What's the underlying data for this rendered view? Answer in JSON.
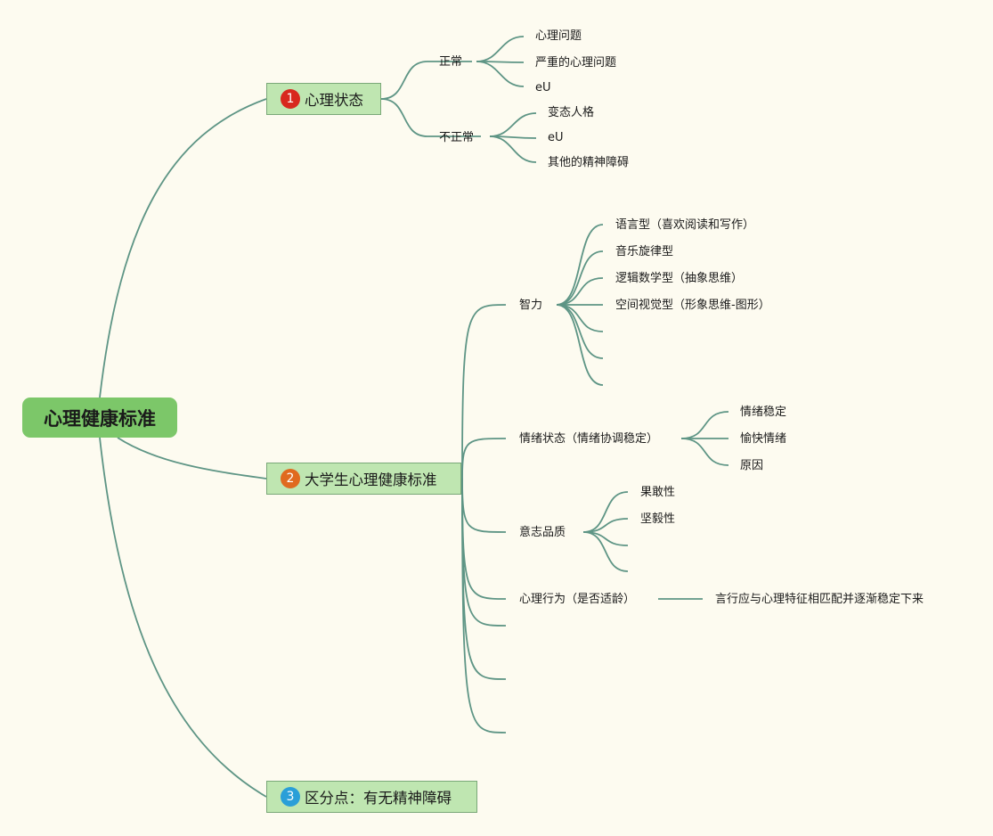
{
  "root": {
    "label": "心理健康标准"
  },
  "topics": [
    {
      "index": "1",
      "label": "心理状态",
      "badge_color": "#d8281e"
    },
    {
      "index": "2",
      "label": "大学生心理健康标准",
      "badge_color": "#e06a1f"
    },
    {
      "index": "3",
      "label": "区分点：有无精神障碍",
      "badge_color": "#2a9fd8"
    }
  ],
  "state": {
    "normal": {
      "label": "正常",
      "items": [
        "心理问题",
        "严重的心理问题",
        "eU"
      ]
    },
    "abnormal": {
      "label": "不正常",
      "items": [
        "变态人格",
        "eU",
        "其他的精神障碍"
      ]
    }
  },
  "student": {
    "intelligence": {
      "label": "智力",
      "items": [
        "语言型（喜欢阅读和写作）",
        "音乐旋律型",
        "逻辑数学型（抽象思维）",
        "空间视觉型（形象思维-图形）"
      ]
    },
    "emotion": {
      "label": "情绪状态（情绪协调稳定）",
      "items": [
        "情绪稳定",
        "愉快情绪",
        "原因"
      ]
    },
    "will": {
      "label": "意志品质",
      "items": [
        "果敢性",
        "坚毅性"
      ]
    },
    "behavior": {
      "label": "心理行为（是否适龄）",
      "item": "言行应与心理特征相匹配并逐渐稳定下来"
    }
  },
  "colors": {
    "background": "#fdfbf0",
    "line": "#5e9585",
    "root_fill": "#7cc769",
    "topic_fill": "#bfe6b1",
    "topic_border": "#7aa878"
  }
}
